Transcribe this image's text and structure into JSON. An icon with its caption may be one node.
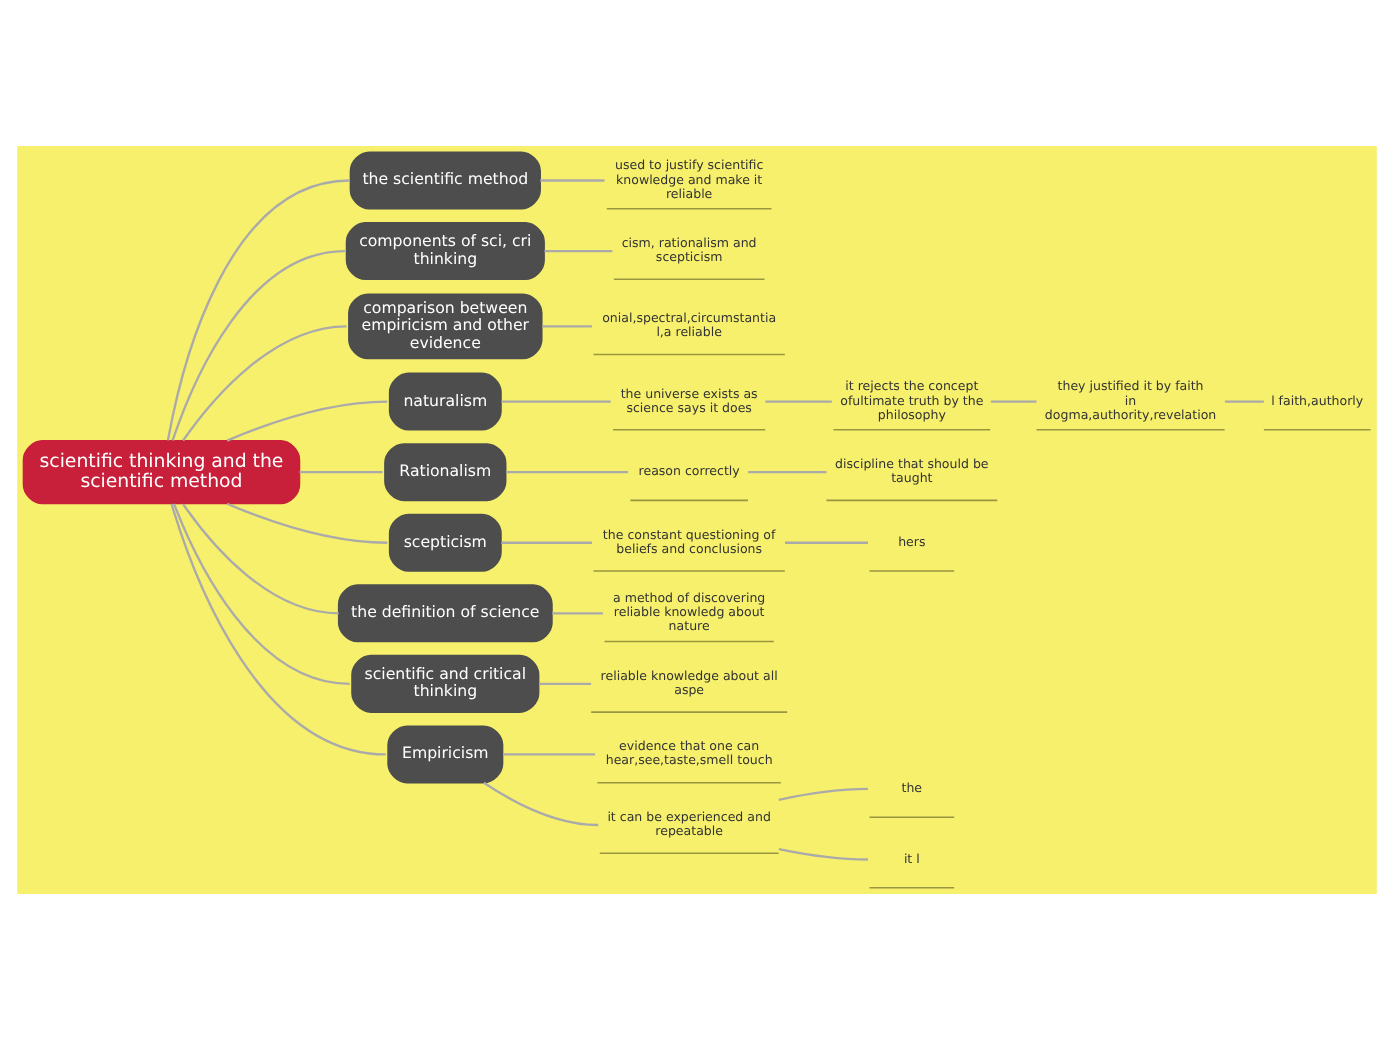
{
  "diagram": {
    "nodes": [
      {
        "text": [
          "scientific thinking and the scientific method"
        ]
      },
      {
        "text": [
          "the scientific method"
        ]
      },
      {
        "text": [
          "used to justify scientific knowledge and make it reliable"
        ]
      },
      {
        "text": [
          "components of sci, cri thinking"
        ]
      },
      {
        "text": [
          "cism, rationalism and scepticism"
        ]
      },
      {
        "text": [
          "comparison between empiricism and other evidence"
        ]
      },
      {
        "text": [
          "onial,spectral,circumstantial,a reliable"
        ]
      },
      {
        "text": [
          "naturalism"
        ]
      },
      {
        "text": [
          "the universe exists as science says it does"
        ]
      },
      {
        "text": [
          "it rejects the concept ofultimate truth by the philosophy"
        ]
      },
      {
        "text": [
          "they justified it by faith in dogma,authority,revelation"
        ]
      },
      {
        "text": [
          "l faith,authorly"
        ]
      },
      {
        "text": [
          "Rationalism"
        ]
      },
      {
        "text": [
          "reason correctly"
        ]
      },
      {
        "text": [
          "discipline that should be taught"
        ]
      },
      {
        "text": [
          "scepticism"
        ]
      },
      {
        "text": [
          "the constant questioning of beliefs and conclusions"
        ]
      },
      {
        "text": [
          "hers"
        ]
      },
      {
        "text": [
          "the definition of science"
        ]
      },
      {
        "text": [
          "a method of discovering reliable knowledg about nature"
        ]
      },
      {
        "text": [
          "scientific and critical thinking"
        ]
      },
      {
        "text": [
          "reliable knowledge about all aspe"
        ]
      },
      {
        "text": [
          "Empiricism"
        ]
      },
      {
        "text": [
          "evidence that one can hear,see,taste,smell touch"
        ]
      },
      {
        "text": [
          "it can be experienced and repeatable"
        ]
      },
      {
        "text": [
          "the"
        ]
      },
      {
        "text": [
          "it l"
        ]
      }
    ],
    "edges": [
      {
        "from": 0,
        "to": 1,
        "arrow": "none"
      },
      {
        "from": 0,
        "to": 3,
        "arrow": "none"
      },
      {
        "from": 0,
        "to": 5,
        "arrow": "none"
      },
      {
        "from": 0,
        "to": 7,
        "arrow": "none"
      },
      {
        "from": 0,
        "to": 12,
        "arrow": "none"
      },
      {
        "from": 0,
        "to": 15,
        "arrow": "none"
      },
      {
        "from": 0,
        "to": 18,
        "arrow": "none"
      },
      {
        "from": 0,
        "to": 20,
        "arrow": "none"
      },
      {
        "from": 0,
        "to": 22,
        "arrow": "none"
      },
      {
        "from": 1,
        "to": 2,
        "arrow": "none"
      },
      {
        "from": 3,
        "to": 4,
        "arrow": "none"
      },
      {
        "from": 5,
        "to": 6,
        "arrow": "none"
      },
      {
        "from": 7,
        "to": 8,
        "arrow": "none"
      },
      {
        "from": 8,
        "to": 9,
        "arrow": "none"
      },
      {
        "from": 9,
        "to": 10,
        "arrow": "none"
      },
      {
        "from": 10,
        "to": 11,
        "arrow": "none"
      },
      {
        "from": 12,
        "to": 13,
        "arrow": "none"
      },
      {
        "from": 13,
        "to": 14,
        "arrow": "none"
      },
      {
        "from": 15,
        "to": 16,
        "arrow": "none"
      },
      {
        "from": 16,
        "to": 17,
        "arrow": "none"
      },
      {
        "from": 18,
        "to": 19,
        "arrow": "none"
      },
      {
        "from": 20,
        "to": 21,
        "arrow": "none"
      },
      {
        "from": 22,
        "to": 23,
        "arrow": "none"
      },
      {
        "from": 22,
        "to": 24,
        "arrow": "none"
      },
      {
        "from": 24,
        "to": 25,
        "arrow": "none"
      },
      {
        "from": 24,
        "to": 26,
        "arrow": "none"
      }
    ]
  }
}
